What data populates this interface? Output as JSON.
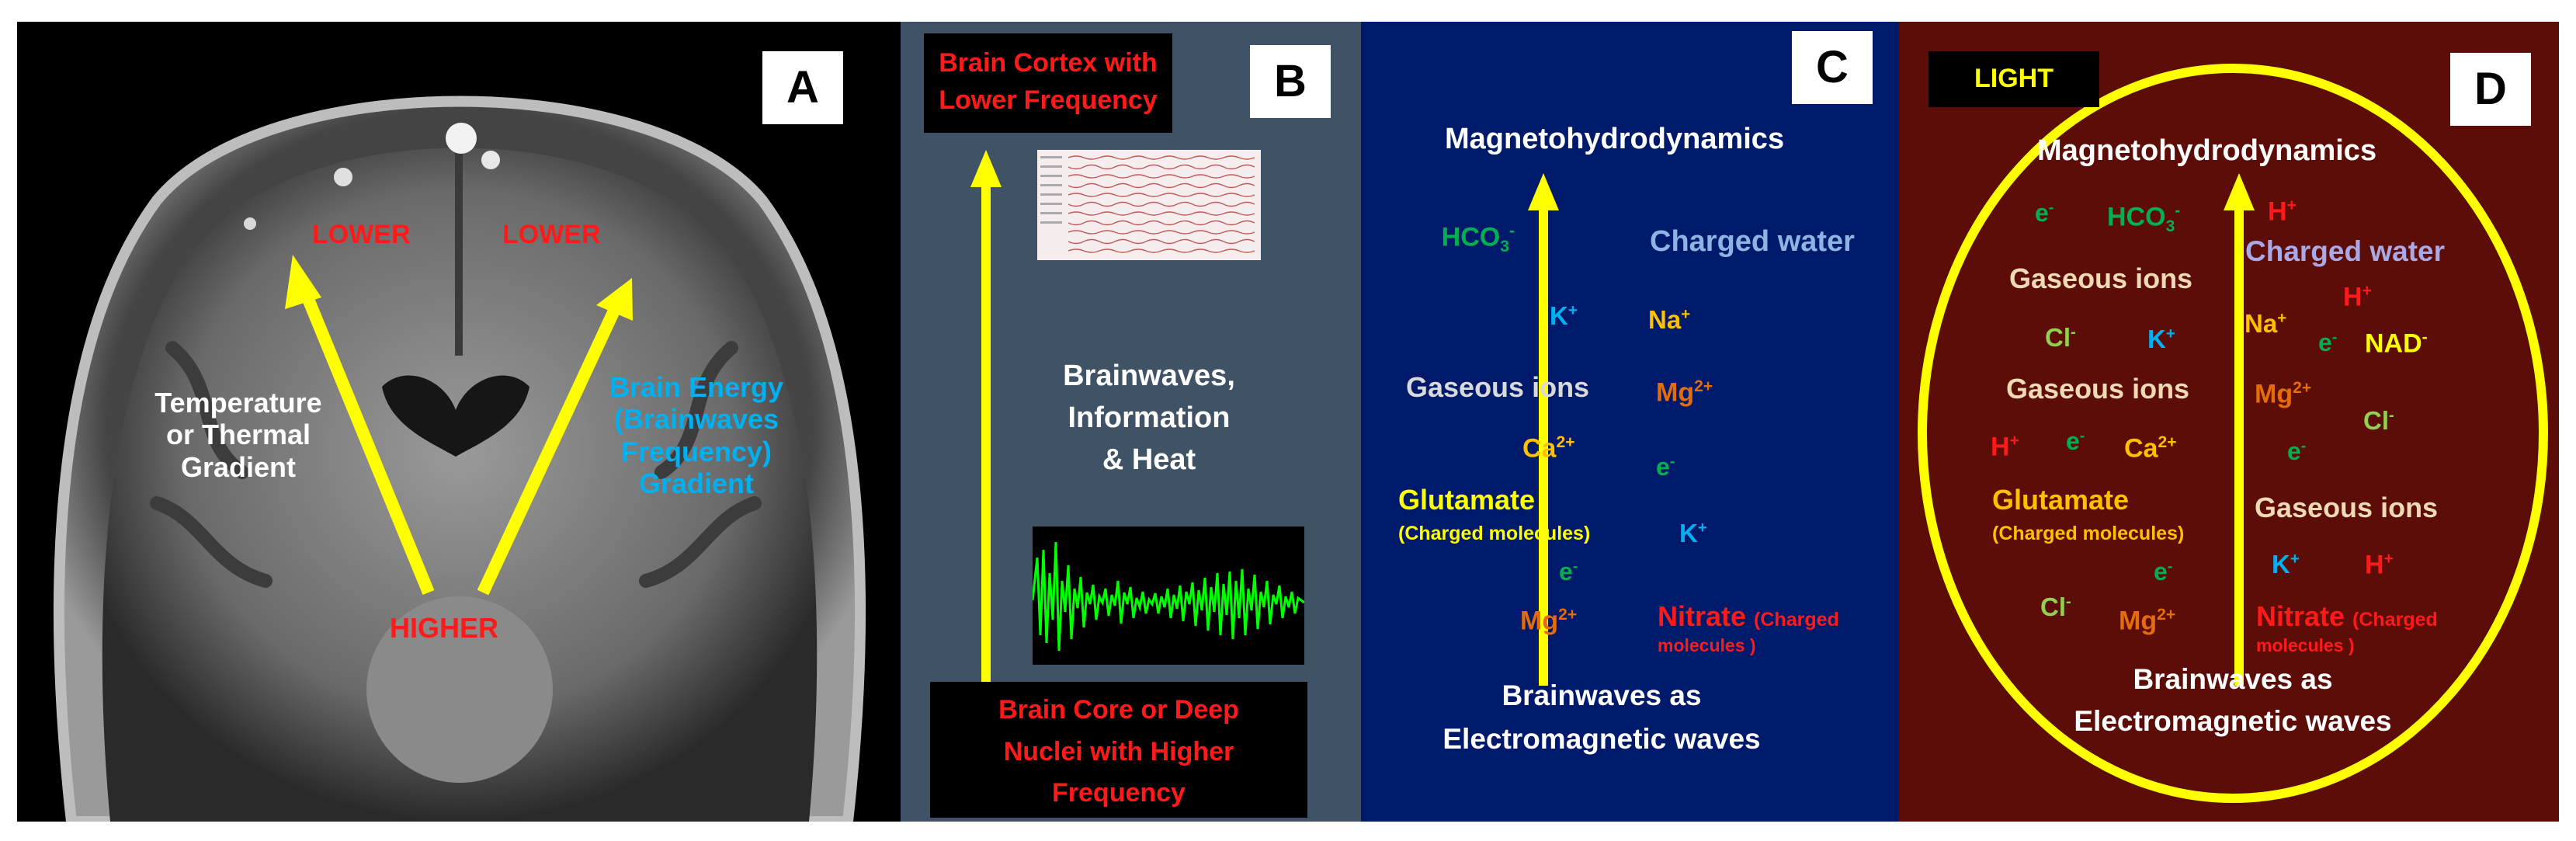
{
  "panels": {
    "a": {
      "letter": "A",
      "lower_left": "LOWER",
      "lower_right": "LOWER",
      "higher": "HIGHER",
      "temperature_gradient": [
        "Temperature",
        "or Thermal",
        "Gradient"
      ],
      "energy_gradient": [
        "Brain Energy",
        "(Brainwaves",
        "Frequency)",
        "Gradient"
      ]
    },
    "b": {
      "letter": "B",
      "top_box": [
        "Brain Cortex with",
        "Lower Frequency"
      ],
      "middle": [
        "Brainwaves,",
        "Information",
        "& Heat"
      ],
      "bottom_box": [
        "Brain Core or Deep",
        "Nuclei with Higher",
        "Frequency"
      ]
    },
    "c": {
      "letter": "C",
      "title": "Magnetohydrodynamics",
      "hco3": "HCO",
      "hco3_sub": "3",
      "hco3_sup": "-",
      "charged_water": "Charged water",
      "k_plus": "K",
      "na_plus": "Na",
      "gaseous_ions": "Gaseous ions",
      "mg": "Mg",
      "mg_charge": "2+",
      "ca": "Ca",
      "ca_charge": "2+",
      "electron": "e",
      "electron_sup": "-",
      "plus": "+",
      "glutamate": "Glutamate",
      "charged_molecules": "(Charged molecules)",
      "nitrate": "Nitrate",
      "nitrate_note_1": "(Charged",
      "nitrate_note_2": "molecules )",
      "bottom": [
        "Brainwaves as",
        "Electromagnetic waves"
      ]
    },
    "d": {
      "letter": "D",
      "light": "LIGHT",
      "title": "Magnetohydrodynamics",
      "hco3": "HCO",
      "charged_water": "Charged water",
      "gaseous_ions": "Gaseous ions",
      "h": "H",
      "cl": "Cl",
      "k": "K",
      "na": "Na",
      "nad": "NAD",
      "mg": "Mg",
      "ca": "Ca",
      "e": "e",
      "glutamate": "Glutamate",
      "charged_molecules": "(Charged molecules)",
      "nitrate": "Nitrate",
      "nitrate_note_1": "(Charged",
      "nitrate_note_2": "molecules )",
      "bottom": [
        "Brainwaves as",
        "Electromagnetic waves"
      ]
    }
  },
  "colors": {
    "red": "#ff1a1a",
    "yellow": "#ffff00",
    "white": "#ffffff",
    "cyan": "#00b0f0",
    "green": "#00b050",
    "orange": "#ffc000",
    "dark_orange": "#e46c0a",
    "light_blue": "#8eb4e3",
    "lavender": "#a9a9e8",
    "wheat": "#f0d9b5",
    "panel_a_bg": "#000000",
    "panel_b_bg": "#3f5266",
    "panel_c_bg": "#001a6b",
    "panel_d_bg": "#5c0d07"
  }
}
